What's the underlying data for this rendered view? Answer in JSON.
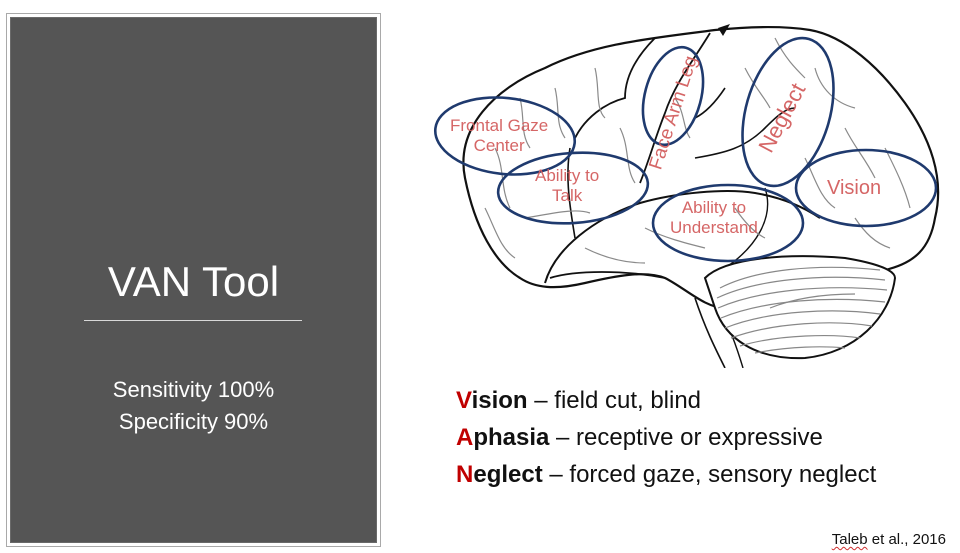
{
  "left_panel": {
    "title": "VAN Tool",
    "stats": [
      {
        "label": "Sensitivity 100%"
      },
      {
        "label": "Specificity 90%"
      }
    ],
    "colors": {
      "background": "#555555",
      "text": "#ffffff"
    }
  },
  "brain_diagram": {
    "regions": [
      {
        "label_line1": "Frontal Gaze",
        "label_line2": "Center"
      },
      {
        "label_line1": "Ability to",
        "label_line2": "Talk"
      },
      {
        "label": "Face Arm Leg"
      },
      {
        "label": "Neglect"
      },
      {
        "label": "Vision"
      },
      {
        "label_line1": "Ability to",
        "label_line2": "Understand"
      }
    ],
    "colors": {
      "ellipse": "#1f3a6e",
      "label": "#d25a5a",
      "outline": "#111111",
      "sulci": "#808080"
    }
  },
  "van_list": [
    {
      "initial": "V",
      "rest": "ision",
      "desc": " – field cut, blind"
    },
    {
      "initial": "A",
      "rest": "phasia",
      "desc": " – receptive or expressive"
    },
    {
      "initial": "N",
      "rest": "eglect",
      "desc": " – forced gaze, sensory neglect"
    }
  ],
  "van_initial_color": "#c00000",
  "citation": {
    "author": "Taleb",
    "rest": " et al., 2016"
  }
}
